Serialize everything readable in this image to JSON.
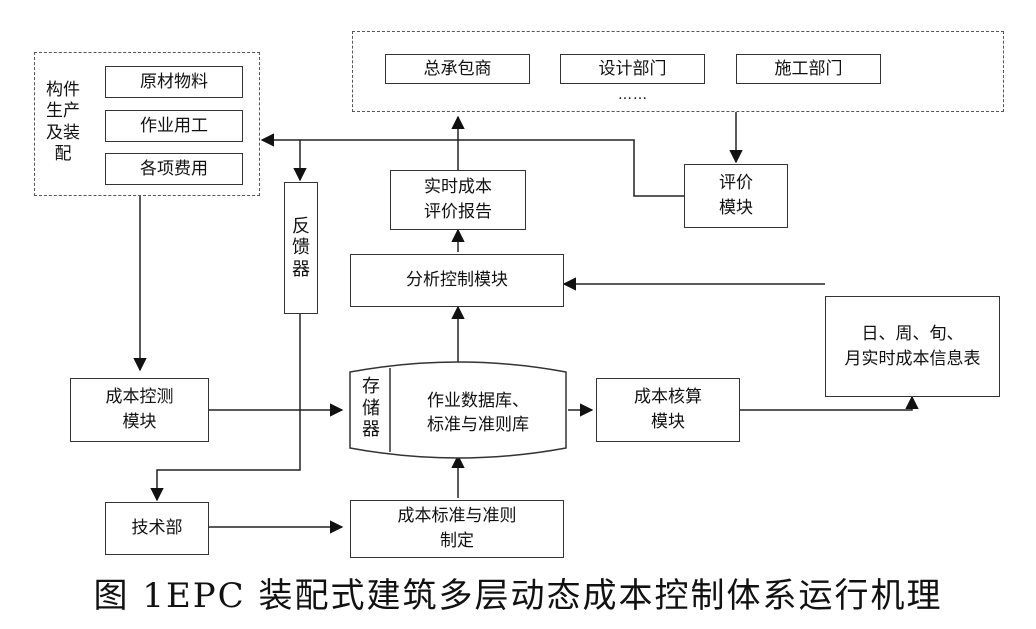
{
  "groups": {
    "component": {
      "label": "构件\n生产\n及装\n配",
      "items": [
        "原材物料",
        "作业用工",
        "各项费用"
      ]
    },
    "stakeholders": {
      "items": [
        "总承包商",
        "设计部门",
        "施工部门"
      ],
      "ellipsis": "……"
    }
  },
  "nodes": {
    "feedback": "反\n馈\n器",
    "realtime_report": "实时成本\n评价报告",
    "evaluation": "评价\n模块",
    "analysis": "分析控制模块",
    "info_table": "日、周、旬、\n月实时成本信息表",
    "cost_monitor": "成本控测\n模块",
    "storage_label": "存\n储\n器",
    "storage_db": "作业数据库、\n标准与准则库",
    "accounting": "成本核算\n模块",
    "tech_dept": "技术部",
    "standards": "成本标准与准则\n制定"
  },
  "caption": "图 1EPC 装配式建筑多层动态成本控制体系运行机理"
}
